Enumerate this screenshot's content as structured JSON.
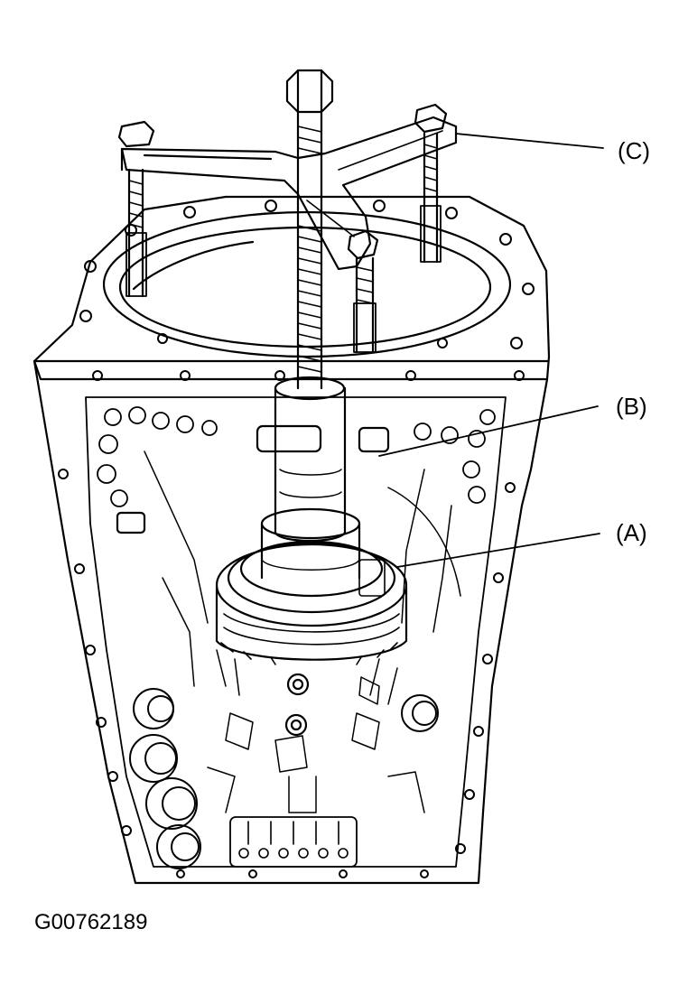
{
  "callouts": {
    "a": "(A)",
    "b": "(B)",
    "c": "(C)"
  },
  "figure_code": "G00762189"
}
